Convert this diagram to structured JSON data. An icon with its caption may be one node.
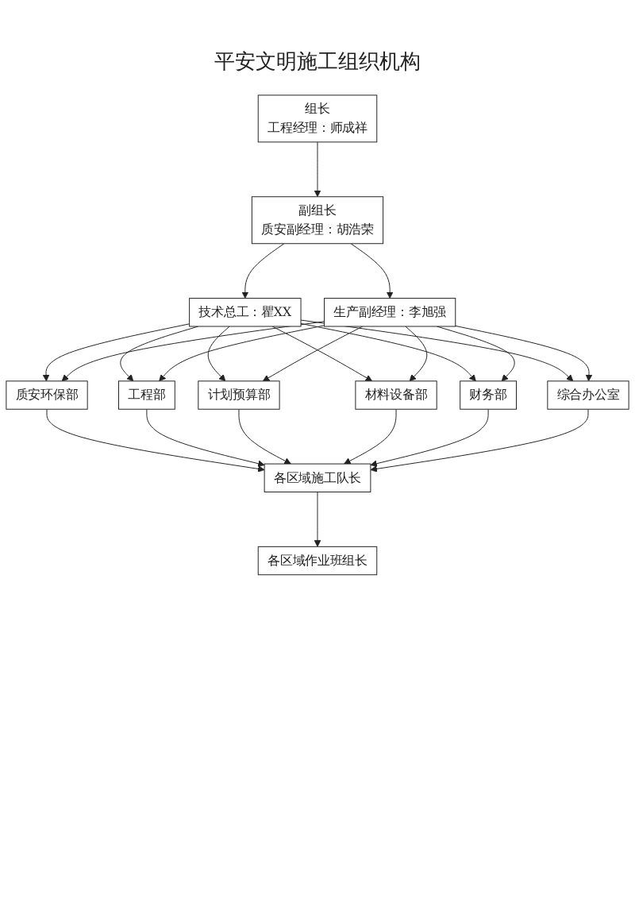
{
  "diagram": {
    "title": "平安文明施工组织机构",
    "nodes": [
      {
        "text": [
          "组长",
          "工程经理：师成祥"
        ]
      },
      {
        "text": [
          "副组长",
          "质安副经理：胡浩荣"
        ]
      },
      {
        "text": [
          "技术总工：瞿XX"
        ]
      },
      {
        "text": [
          "生产副经理：李旭强"
        ]
      },
      {
        "text": [
          "质安环保部"
        ]
      },
      {
        "text": [
          "工程部"
        ]
      },
      {
        "text": [
          "计划预算部"
        ]
      },
      {
        "text": [
          "材料设备部"
        ]
      },
      {
        "text": [
          "财务部"
        ]
      },
      {
        "text": [
          "综合办公室"
        ]
      },
      {
        "text": [
          "各区域施工队长"
        ]
      },
      {
        "text": [
          "各区域作业班组长"
        ]
      }
    ],
    "edges": [
      {
        "from": 0,
        "to": 1,
        "arrow": "to"
      },
      {
        "from": 1,
        "to": 2,
        "arrow": "to"
      },
      {
        "from": 1,
        "to": 3,
        "arrow": "to"
      },
      {
        "from": 2,
        "to": 4,
        "arrow": "to"
      },
      {
        "from": 2,
        "to": 5,
        "arrow": "to"
      },
      {
        "from": 2,
        "to": 6,
        "arrow": "to"
      },
      {
        "from": 2,
        "to": 7,
        "arrow": "to"
      },
      {
        "from": 2,
        "to": 8,
        "arrow": "to"
      },
      {
        "from": 2,
        "to": 9,
        "arrow": "to"
      },
      {
        "from": 3,
        "to": 4,
        "arrow": "to"
      },
      {
        "from": 3,
        "to": 5,
        "arrow": "to"
      },
      {
        "from": 3,
        "to": 6,
        "arrow": "to"
      },
      {
        "from": 3,
        "to": 7,
        "arrow": "to"
      },
      {
        "from": 3,
        "to": 8,
        "arrow": "to"
      },
      {
        "from": 3,
        "to": 9,
        "arrow": "to"
      },
      {
        "from": 4,
        "to": 10,
        "arrow": "to"
      },
      {
        "from": 5,
        "to": 10,
        "arrow": "to"
      },
      {
        "from": 6,
        "to": 10,
        "arrow": "to"
      },
      {
        "from": 7,
        "to": 10,
        "arrow": "to"
      },
      {
        "from": 8,
        "to": 10,
        "arrow": "to"
      },
      {
        "from": 9,
        "to": 10,
        "arrow": "to"
      },
      {
        "from": 10,
        "to": 11,
        "arrow": "to"
      }
    ]
  }
}
